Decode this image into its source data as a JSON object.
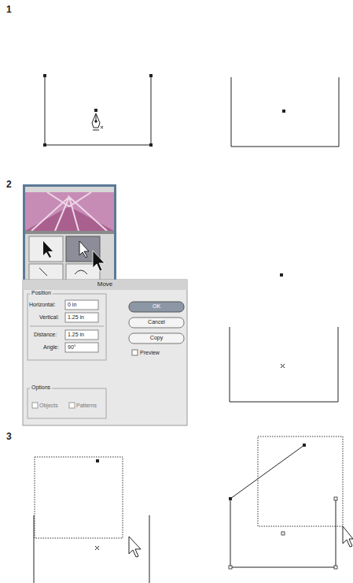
{
  "diagram": {
    "labels": [
      "1",
      "2",
      "3",
      "Move",
      "Position",
      "Horizontal:",
      "0 in",
      "Vertical:",
      "1.25 in",
      "Distance:",
      "1.25 in",
      "Angle:",
      "90°",
      "OK",
      "Cancel",
      "Copy",
      "Preview",
      "Options",
      "Objects",
      "Patterns"
    ]
  }
}
